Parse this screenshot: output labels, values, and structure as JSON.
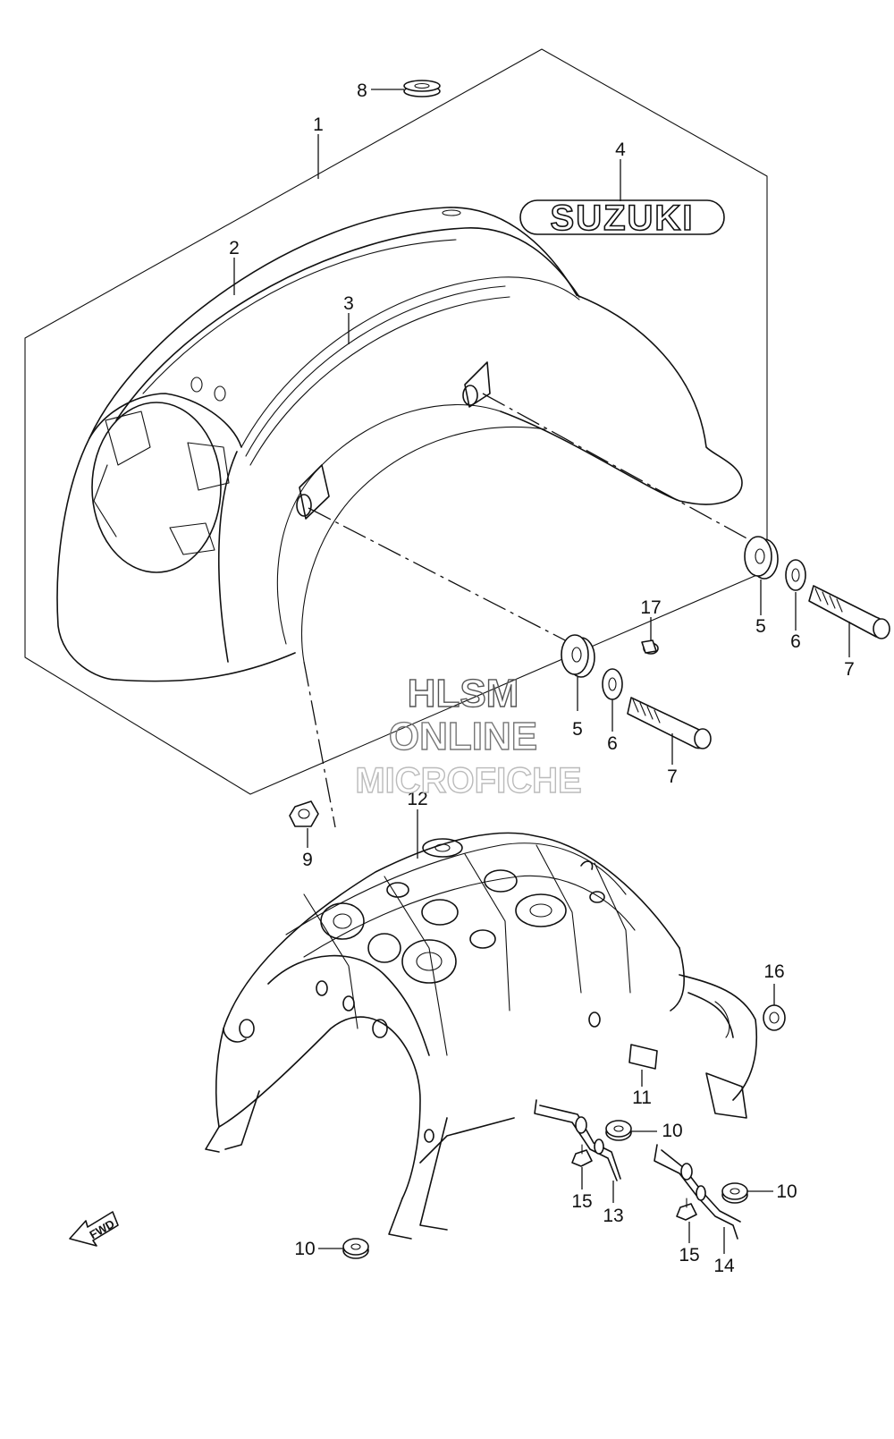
{
  "diagram": {
    "brand_logo_text": "SUZUKI",
    "forward_arrow_label": "FWD",
    "callouts": [
      {
        "id": "c1",
        "text": "1"
      },
      {
        "id": "c2",
        "text": "2"
      },
      {
        "id": "c3",
        "text": "3"
      },
      {
        "id": "c4",
        "text": "4"
      },
      {
        "id": "c5a",
        "text": "5"
      },
      {
        "id": "c5b",
        "text": "5"
      },
      {
        "id": "c6a",
        "text": "6"
      },
      {
        "id": "c6b",
        "text": "6"
      },
      {
        "id": "c7a",
        "text": "7"
      },
      {
        "id": "c7b",
        "text": "7"
      },
      {
        "id": "c8",
        "text": "8"
      },
      {
        "id": "c9",
        "text": "9"
      },
      {
        "id": "c10a",
        "text": "10"
      },
      {
        "id": "c10b",
        "text": "10"
      },
      {
        "id": "c10c",
        "text": "10"
      },
      {
        "id": "c11",
        "text": "11"
      },
      {
        "id": "c12",
        "text": "12"
      },
      {
        "id": "c13",
        "text": "13"
      },
      {
        "id": "c14",
        "text": "14"
      },
      {
        "id": "c15a",
        "text": "15"
      },
      {
        "id": "c15b",
        "text": "15"
      },
      {
        "id": "c16",
        "text": "16"
      },
      {
        "id": "c17",
        "text": "17"
      }
    ]
  },
  "watermark": {
    "line1": "HLSM",
    "line2": "ONLINE",
    "line3": "MICROFICHE"
  },
  "colors": {
    "line": "#111111",
    "background": "#ffffff",
    "watermark_dark": "#555555",
    "watermark_light": "#bbbbbb"
  }
}
